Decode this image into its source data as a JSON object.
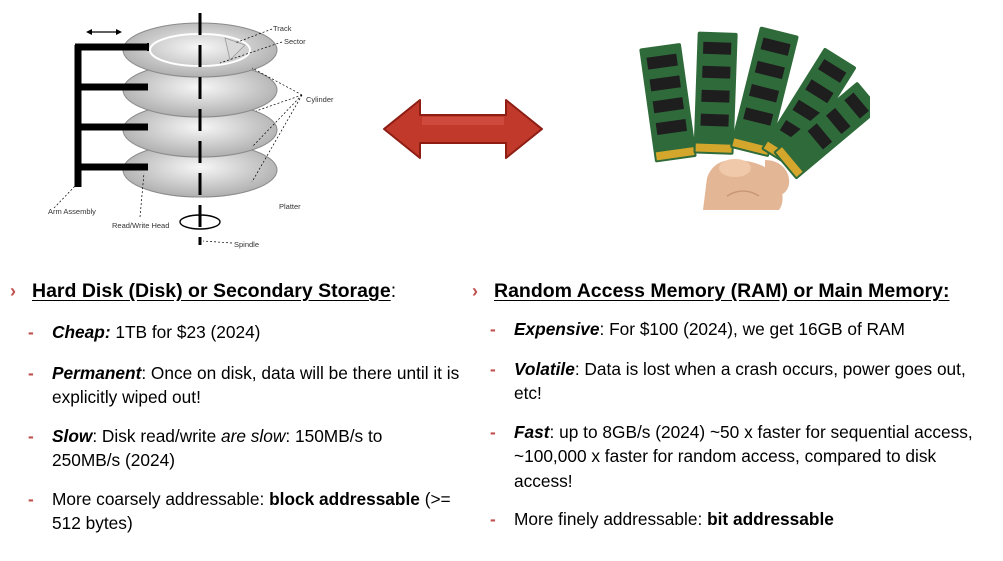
{
  "disk_diagram": {
    "labels": {
      "track": "Track",
      "sector": "Sector",
      "cylinder": "Cylinder",
      "platter": "Platter",
      "arm_assembly": "Arm Assembly",
      "read_write_head": "Read/Write Head",
      "spindle": "Spindle"
    }
  },
  "colors": {
    "accent": "#c0504d",
    "arrow_fill": "#c0392b",
    "arrow_stroke": "#8e1e14",
    "ram_pcb": "#2f6b3a",
    "ram_chip": "#1e1e1e"
  },
  "left": {
    "heading": "Hard Disk (Disk) or Secondary Storage",
    "heading_colon": ":",
    "bullets": [
      {
        "kw": "Cheap:",
        "text": " 1TB for $23 (2024)"
      },
      {
        "kw": "Permanent",
        "text": ": Once on disk, data will be there until it is explicitly wiped out!"
      },
      {
        "kw": "Slow",
        "text_a": ": Disk read/write ",
        "italic": "are slow",
        "text_b": ": 150MB/s to 250MB/s (2024)"
      },
      {
        "text_a": " More coarsely addressable: ",
        "bold": "block addressable",
        "text_b": " (>= 512 bytes)"
      }
    ]
  },
  "right": {
    "heading": "Random Access Memory (RAM) or Main Memory:",
    "bullets": [
      {
        "kw": "Expensive",
        "text": ": For $100 (2024), we get 16GB of RAM"
      },
      {
        "kw": "Volatile",
        "text": ": Data is lost when a crash occurs, power goes out, etc!"
      },
      {
        "kw": "Fast",
        "text": ":  up to 8GB/s (2024) ~50 x faster for sequential access, ~100,000 x faster for random access, compared to disk access!"
      },
      {
        "text": "More finely addressable: ",
        "bold": "bit addressable"
      }
    ]
  }
}
